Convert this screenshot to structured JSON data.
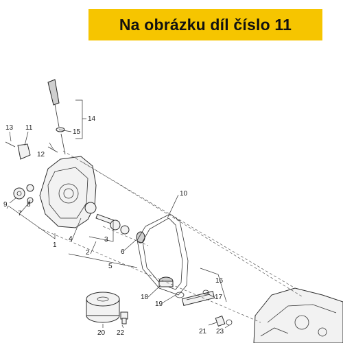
{
  "banner": {
    "text": "Na obrázku díl číslo 11",
    "background": "#f6c500"
  },
  "callouts": [
    "1",
    "2",
    "3",
    "4",
    "5",
    "6",
    "7",
    "8",
    "9",
    "10",
    "11",
    "12",
    "13",
    "14",
    "15",
    "16",
    "17",
    "18",
    "19",
    "20",
    "21",
    "22",
    "23"
  ]
}
